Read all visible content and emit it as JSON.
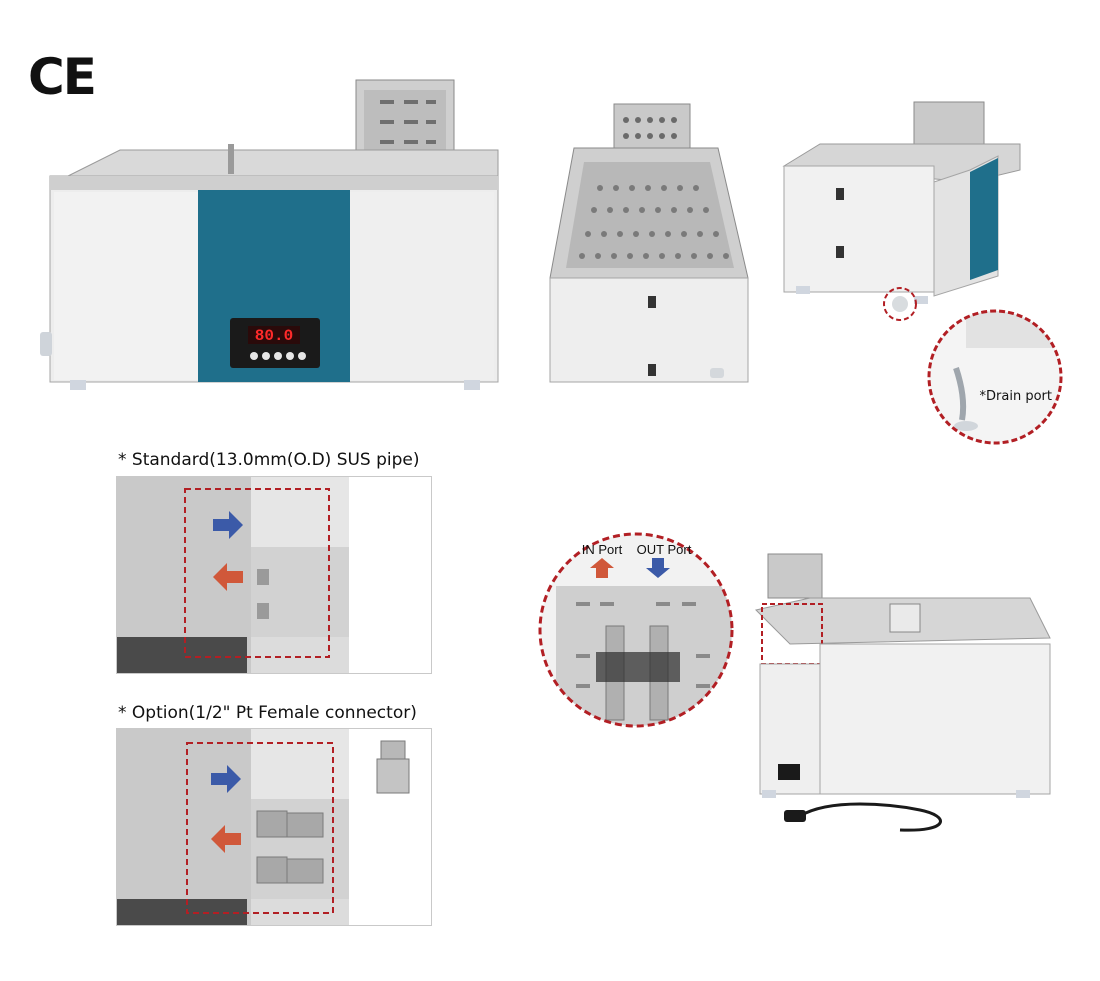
{
  "certification": {
    "mark": "CE"
  },
  "product_photos": [
    {
      "name": "front-view"
    },
    {
      "name": "top-open-view"
    },
    {
      "name": "rear-corner-view"
    }
  ],
  "callouts": {
    "drain_port": "*Drain port",
    "in_port": "IN Port",
    "out_port": "OUT Port"
  },
  "options": {
    "standard_caption": "* Standard(13.0mm(O.D) SUS pipe)",
    "option_caption": "* Option(1/2\" Pt Female connector)"
  },
  "display": {
    "readout": "80.0"
  },
  "colors": {
    "body_panel": "#ececec",
    "front_panel_blue": "#1f6f8b",
    "highlight_red": "#b21f24",
    "in_arrow": "#d0583a",
    "out_arrow": "#3b5aa8",
    "stainless": "#c8c8c8"
  }
}
